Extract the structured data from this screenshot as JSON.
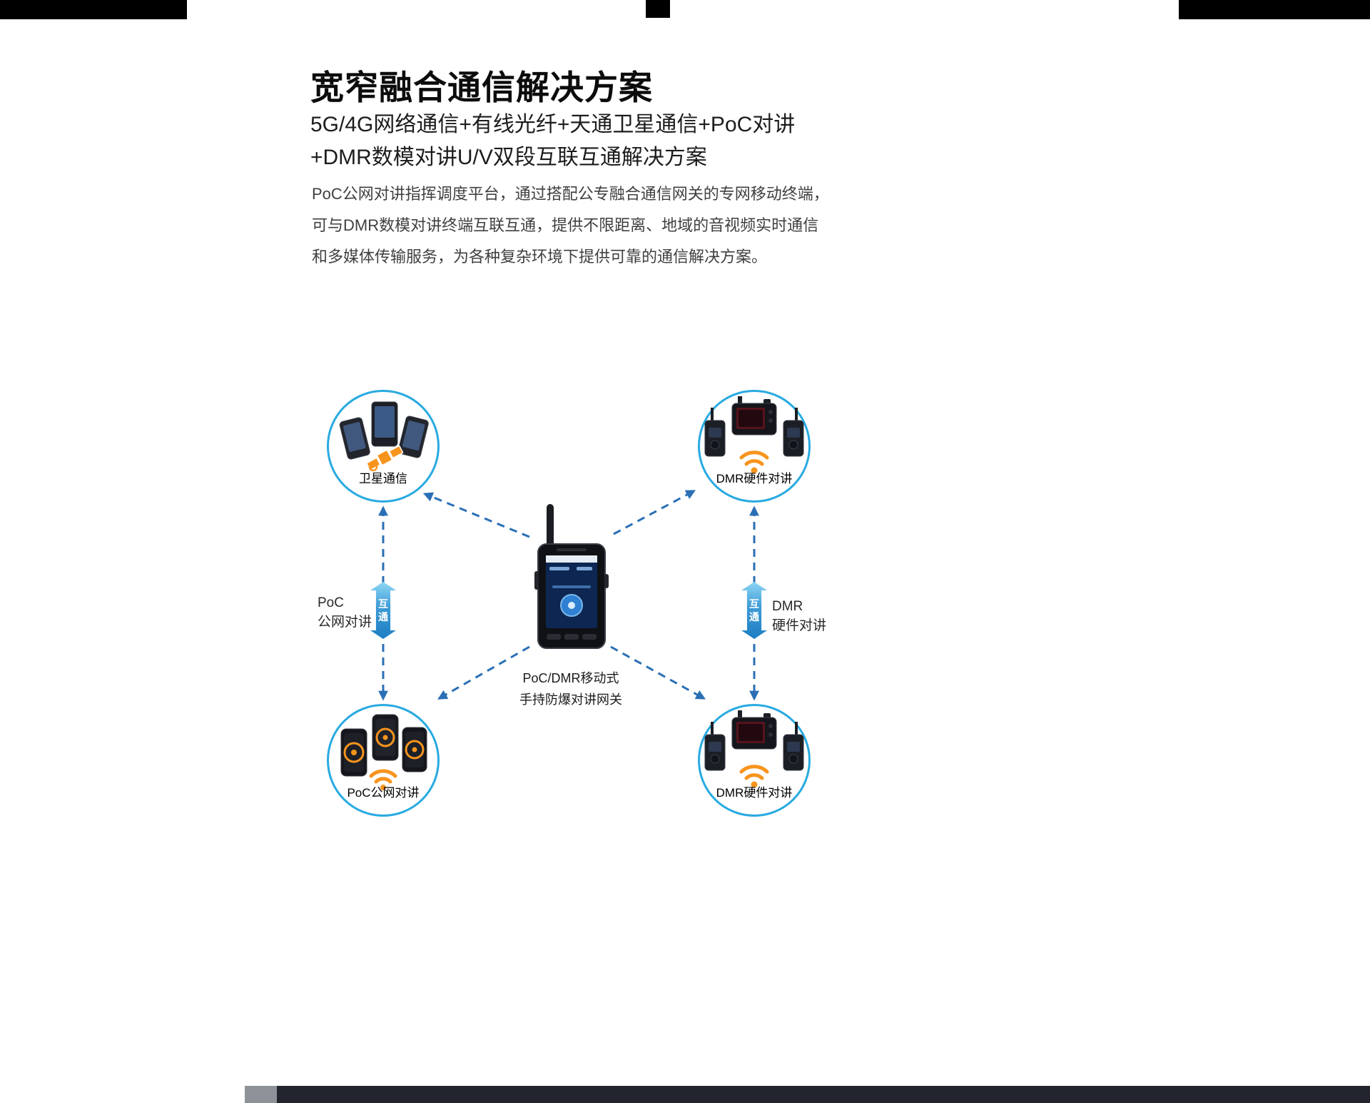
{
  "header": {
    "title": "宽窄融合通信解决方案",
    "subtitle_lines": [
      "5G/4G网络通信+有线光纤+天通卫星通信+PoC对讲",
      "+DMR数模对讲U/V双段互联互通解决方案"
    ],
    "description_lines": [
      "PoC公网对讲指挥调度平台，通过搭配公专融合通信网关的专网移动终端，",
      "可与DMR数模对讲终端互联互通，提供不限距离、地域的音视频实时通信",
      "和多媒体传输服务，为各种复杂环境下提供可靠的通信解决方案。"
    ]
  },
  "diagram": {
    "nodes": {
      "satellite": {
        "label": "卫星通信"
      },
      "dmr_top": {
        "label": "DMR硬件对讲"
      },
      "poc_bottom": {
        "label": "PoC公网对讲"
      },
      "dmr_bottom": {
        "label": "DMR硬件对讲"
      }
    },
    "center": {
      "label_lines": [
        "PoC/DMR移动式",
        "手持防爆对讲网关"
      ]
    },
    "left_link": {
      "badge": "互通",
      "label_lines": [
        "PoC",
        "公网对讲"
      ]
    },
    "right_link": {
      "badge": "互通",
      "label_lines": [
        "DMR",
        "硬件对讲"
      ]
    },
    "colors": {
      "circle_border": "#29aae1",
      "arrow_blue": "#2a6fb5",
      "accent_orange": "#f7941d",
      "badge_gradient_top": "#8ed7f5",
      "badge_gradient_bottom": "#1e7ec2"
    }
  }
}
